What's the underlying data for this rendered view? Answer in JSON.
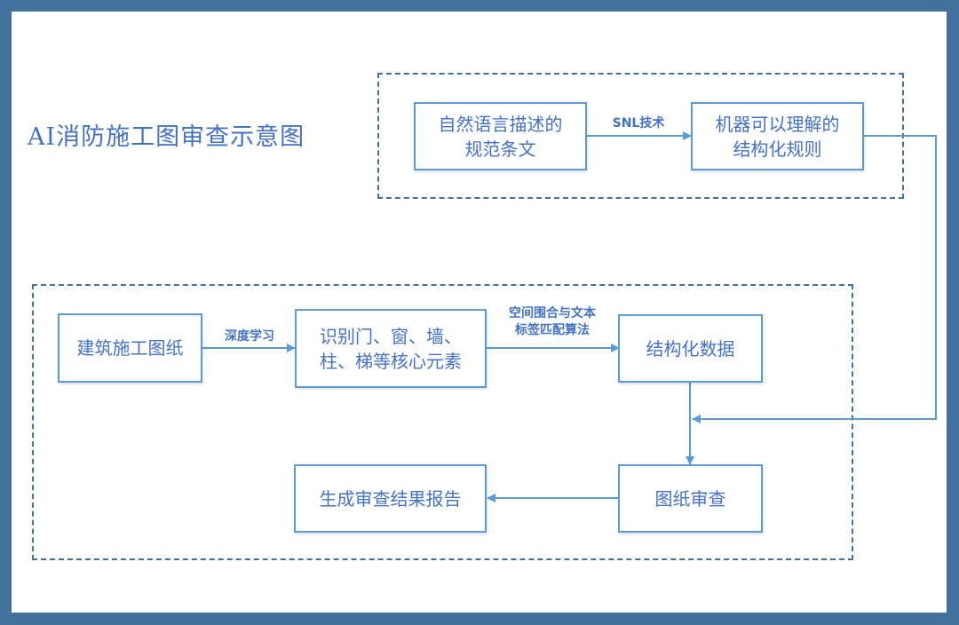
{
  "title": "AI消防施工图审查示意图",
  "colors": {
    "frame": "#41719C",
    "box_border": "#5B9BD5",
    "text": "#4472C4",
    "connector": "#5B9BD5"
  },
  "nodes": {
    "natural_language_rules": {
      "line1": "自然语言描述的",
      "line2": "规范条文"
    },
    "machine_rules": {
      "line1": "机器可以理解的",
      "line2": "结构化规则"
    },
    "drawings": {
      "text": "建筑施工图纸"
    },
    "recognize_elements": {
      "line1": "识别门、窗、墙、",
      "line2": "柱、梯等核心元素"
    },
    "structured_data": {
      "text": "结构化数据"
    },
    "drawing_review": {
      "text": "图纸审查"
    },
    "report": {
      "text": "生成审查结果报告"
    }
  },
  "edges": {
    "snl": {
      "label": "SNL技术"
    },
    "deep_learning": {
      "label": "深度学习"
    },
    "matching": {
      "line1": "空间围合与文本",
      "line2": "标签匹配算法"
    }
  }
}
